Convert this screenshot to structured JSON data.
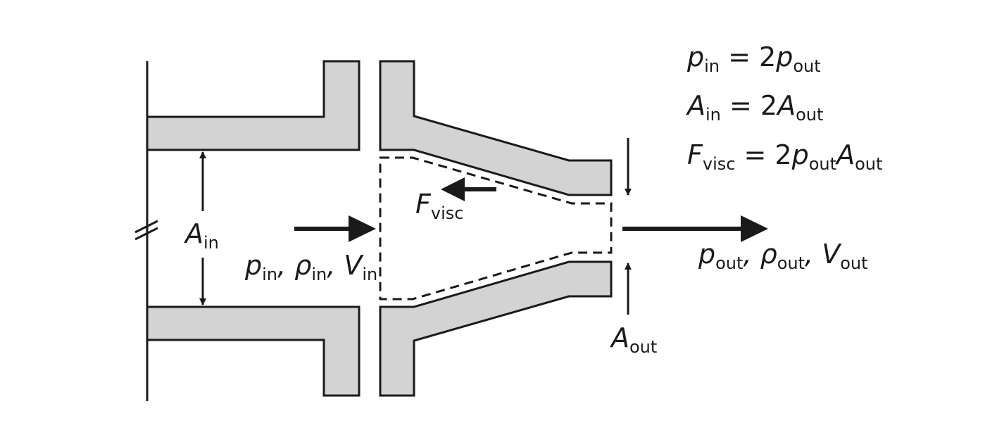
{
  "colors": {
    "pipe_fill": "#d3d3d3",
    "stroke": "#1a1a1a",
    "background": "#ffffff"
  },
  "equations": [
    {
      "lhs_sym": "p",
      "lhs_sub": "in",
      "rel": " = 2",
      "r1_sym": "p",
      "r1_sub": "out",
      "r2_sym": "",
      "r2_sub": ""
    },
    {
      "lhs_sym": "A",
      "lhs_sub": "in",
      "rel": " = 2",
      "r1_sym": "A",
      "r1_sub": "out",
      "r2_sym": "",
      "r2_sub": ""
    },
    {
      "lhs_sym": "F",
      "lhs_sub": "visc",
      "rel": " = 2",
      "r1_sym": "p",
      "r1_sub": "out",
      "r2_sym": "A",
      "r2_sub": "out"
    }
  ],
  "labels": {
    "a_in": {
      "sym": "A",
      "sub": "in"
    },
    "f_visc": {
      "sym": "F",
      "sub": "visc"
    },
    "a_out": {
      "sym": "A",
      "sub": "out"
    },
    "inlet": {
      "p": "p",
      "p_sub": "in",
      "sep1": ", ",
      "rho": "ρ",
      "rho_sub": "in",
      "sep2": ", ",
      "v": "V",
      "v_sub": "in"
    },
    "outlet": {
      "p": "p",
      "p_sub": "out",
      "sep1": ", ",
      "rho": "ρ",
      "rho_sub": "out",
      "sep2": ", ",
      "v": "V",
      "v_sub": "out"
    }
  }
}
